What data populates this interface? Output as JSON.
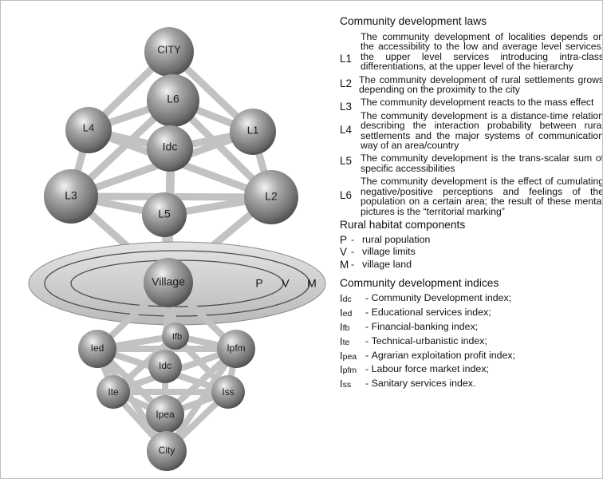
{
  "diagram": {
    "top_nodes": {
      "city": "CITY",
      "l1": "L1",
      "l2": "L2",
      "l3": "L3",
      "l4": "L4",
      "l5": "L5",
      "l6": "L6",
      "idc": "Idc",
      "village": "Village"
    },
    "rings": {
      "p": "P",
      "v": "V",
      "m": "M"
    },
    "bottom_nodes": {
      "ifb": "Ifb",
      "ied": "Ied",
      "ipfm": "Ipfm",
      "idc": "Idc",
      "ite": "Ite",
      "iss": "Iss",
      "ipea": "Ipea",
      "city": "City"
    }
  },
  "legend": {
    "laws_title": "Community development laws",
    "laws": [
      {
        "code": "L1",
        "text": "The community development of localities depends on the accessibility to the low and average level services, the upper level services introducing intra-class differentiations, at the upper level of the hierarchy"
      },
      {
        "code": "L2",
        "text": "The community development of rural settlements grows depending on the proximity to the city"
      },
      {
        "code": "L3",
        "text": "The community development reacts to the mass effect"
      },
      {
        "code": "L4",
        "text": "The community development is a distance-time relation describing the interaction probability between rural settlements and the major systems of communication way of an area/country"
      },
      {
        "code": "L5",
        "text": "The community development is the trans-scalar sum of specific accessibilities"
      },
      {
        "code": "L6",
        "text": "The community development is the effect of cumulating negative/positive perceptions and feelings of the population on a certain area; the result of these mental pictures is the “territorial marking”"
      }
    ],
    "habitat_title": "Rural habitat components",
    "habitat": [
      {
        "code": "P",
        "text": "rural population"
      },
      {
        "code": "V",
        "text": "village limits"
      },
      {
        "code": "M",
        "text": "village land"
      }
    ],
    "indices_title": "Community development indices",
    "indices": [
      {
        "big": "I",
        "small": "dc",
        "text": "Community Development index;"
      },
      {
        "big": "I",
        "small": "ed",
        "text": "Educational services index;"
      },
      {
        "big": "I",
        "small": "fb",
        "text": "Financial-banking index;"
      },
      {
        "big": "I",
        "small": "te",
        "text": "Technical-urbanistic index;"
      },
      {
        "big": "I",
        "small": "pea",
        "text": "Agrarian exploitation profit index;"
      },
      {
        "big": "I",
        "small": "pfm",
        "text": "Labour force market index;"
      },
      {
        "big": "I",
        "small": "ss",
        "text": "Sanitary services index."
      }
    ]
  }
}
